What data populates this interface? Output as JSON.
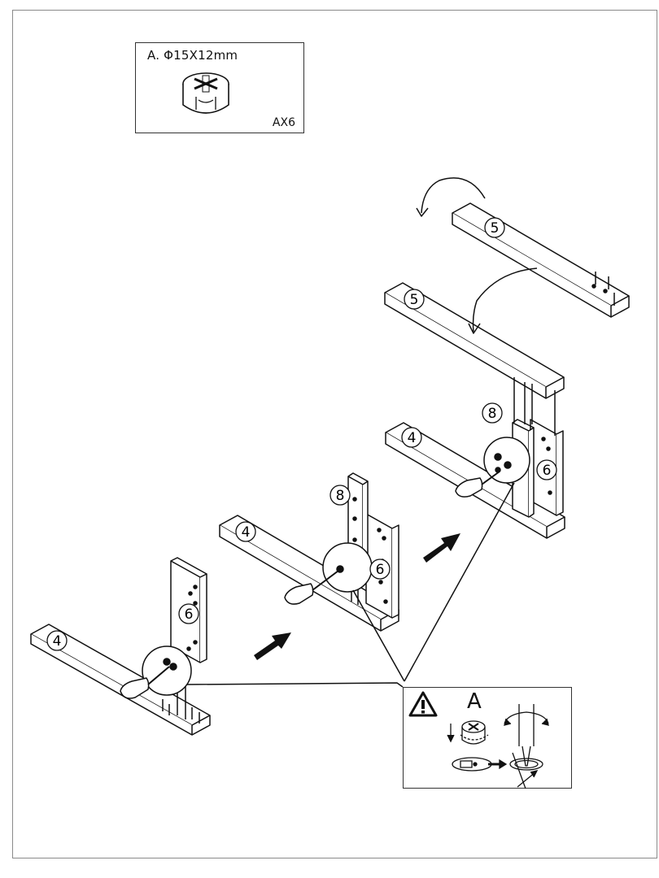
{
  "hardware": {
    "spec": "A.  Φ15X12mm",
    "quantity": "AX6"
  },
  "parts": {
    "leg_part": "4",
    "side_panel": "6",
    "upright": "8",
    "top_rail": "5"
  },
  "detail": {
    "letter": "A",
    "warning_icon": "warning-triangle-icon"
  }
}
